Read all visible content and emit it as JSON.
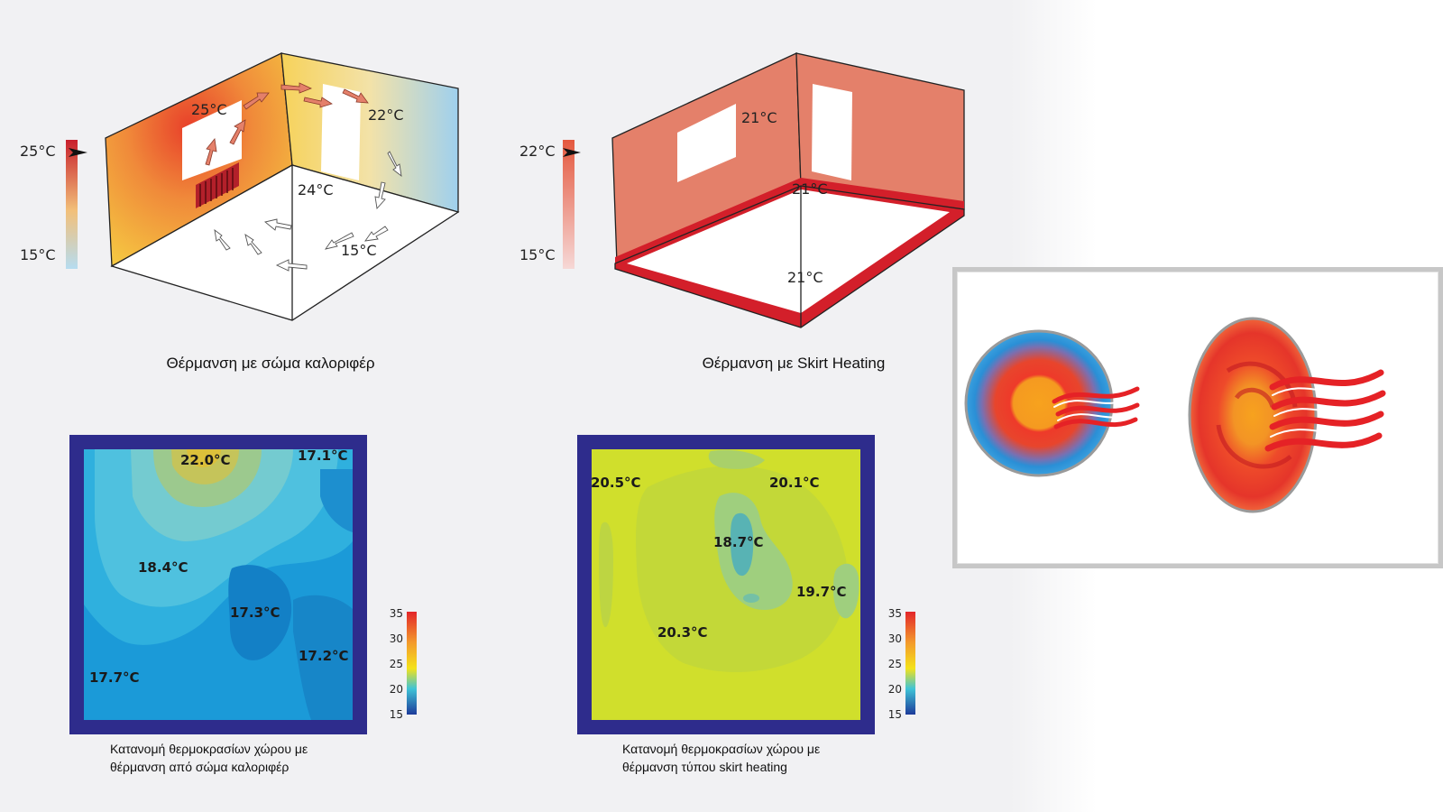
{
  "radiator_room": {
    "scale_top": "25°C",
    "scale_bottom": "15°C",
    "label_wall_left": "25°C",
    "label_wall_right": "22°C",
    "label_corner": "24°C",
    "label_floor": "15°C",
    "caption": "Θέρμανση με σώμα καλοριφέρ",
    "colors": {
      "hot": "#e8402a",
      "warm": "#f5c842",
      "cool": "#9fd0ee"
    }
  },
  "skirt_room": {
    "scale_top": "22°C",
    "scale_bottom": "15°C",
    "label_back_wall": "21°C",
    "label_corner": "21°C",
    "label_floor": "21°C",
    "caption": "Θέρμανση με Skirt Heating",
    "colors": {
      "wall": "#e4806a",
      "skirt": "#d31f2a"
    }
  },
  "heatmap_radiator": {
    "labels": {
      "top_center": "22.0°C",
      "top_right": "17.1°C",
      "mid_left": "18.4°C",
      "center": "17.3°C",
      "right": "17.2°C",
      "bottom_left": "17.7°C"
    },
    "scale_ticks": [
      "35",
      "30",
      "25",
      "20",
      "15"
    ],
    "caption_line1": "Κατανομή θερμοκρασίων χώρου με",
    "caption_line2": "θέρμανση από σώμα καλοριφέρ"
  },
  "heatmap_skirt": {
    "labels": {
      "top_left": "20.5°C",
      "top_right": "20.1°C",
      "center": "18.7°C",
      "right": "19.7°C",
      "bottom": "20.3°C"
    },
    "scale_ticks": [
      "35",
      "30",
      "25",
      "20",
      "15"
    ],
    "caption_line1": "Κατανομή θερμοκρασίων χώρου με",
    "caption_line2": "θέρμανση τύπου skirt heating"
  },
  "icons": [
    "radiator-heat-icon",
    "skirt-heat-icon"
  ]
}
